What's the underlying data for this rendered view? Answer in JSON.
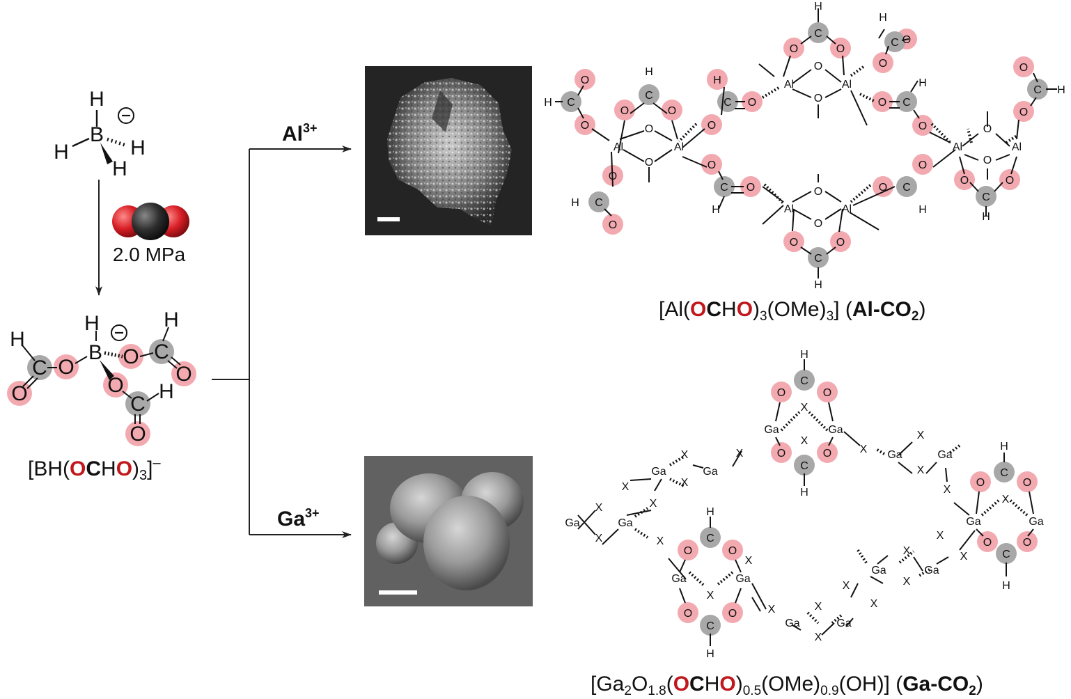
{
  "borohydride": {
    "h_top": "H",
    "b": "B",
    "h_left": "H",
    "h_right": "H",
    "h_bottom": "H"
  },
  "reaction": {
    "pressure": "2.0 MPa"
  },
  "product": {
    "atoms": {
      "h": "H",
      "b": "B",
      "o": "O",
      "c": "C"
    },
    "formula_prefix": "[BH(",
    "o1": "O",
    "c": "C",
    "h": "H",
    "o2": "O",
    "formula_suffix": ")",
    "sub3": "3",
    "bracket": "]",
    "charge": "–"
  },
  "branches": {
    "al_label": "Al",
    "al_charge": "3+",
    "ga_label": "Ga",
    "ga_charge": "3+"
  },
  "al_structure": {
    "metal": "Al",
    "o": "O",
    "c": "C",
    "h": "H",
    "formula": {
      "p1": "[Al(",
      "o1": "O",
      "c": "C",
      "h": "H",
      "o2": "O",
      "p2": ")",
      "s1": "3",
      "p3": "(OMe)",
      "s2": "3",
      "p4": "] (",
      "name": "Al-CO",
      "name_sub": "2",
      "p5": ")"
    }
  },
  "ga_structure": {
    "metal": "Ga",
    "x": "X",
    "o": "O",
    "c": "C",
    "h": "H",
    "formula": {
      "p1": "[Ga",
      "s1": "2",
      "p2": "O",
      "s2": "1.8",
      "p3": "(",
      "o1": "O",
      "c": "C",
      "h": "H",
      "o2": "O",
      "p4": ")",
      "s3": "0.5",
      "p5": "(OMe)",
      "s4": "0.9",
      "p6": "(OH)] (",
      "name": "Ga-CO",
      "name_sub": "2",
      "p7": ")"
    }
  },
  "colors": {
    "oxygen": "#c0181c",
    "oxygen_highlight": "#f2aab0",
    "carbon_highlight": "#a8a8a8",
    "co2_carbon": "#2a2a2a"
  }
}
